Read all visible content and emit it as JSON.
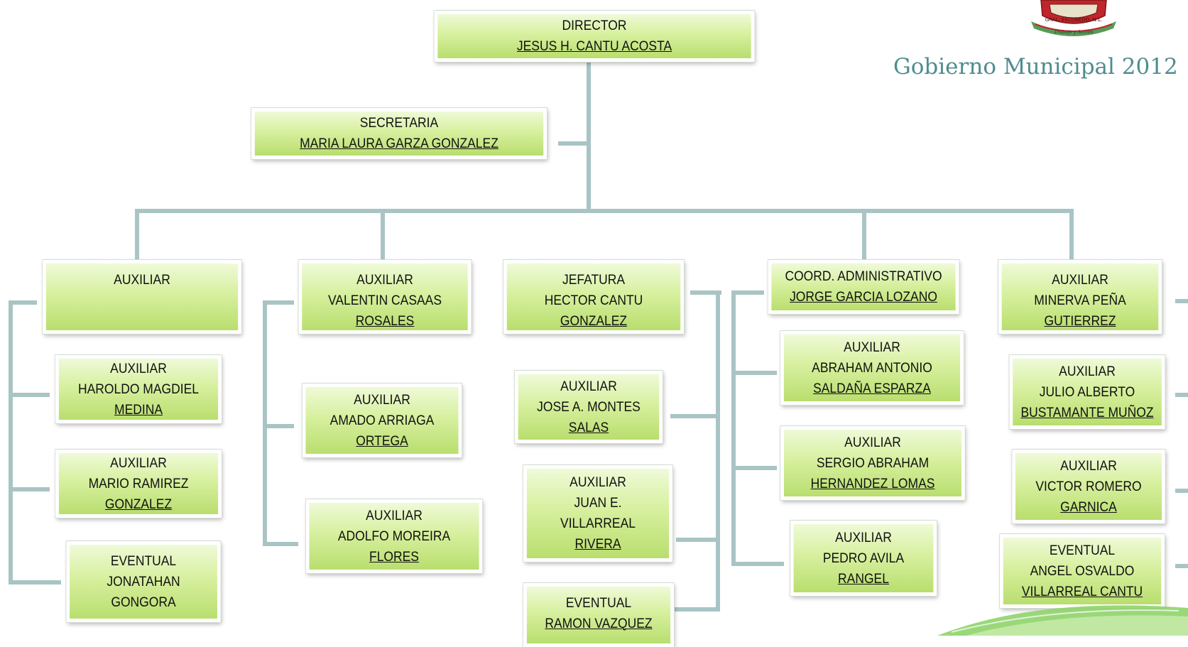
{
  "header": {
    "title": "Gobierno Municipal 2012",
    "seal_text": [
      "GRAL. ESCOBEDO, N.L.",
      "Trabajo y Acción"
    ]
  },
  "colors": {
    "box_top": "#effad8",
    "box_bottom": "#b9de6e",
    "connector": "#a9c4c4",
    "title": "#4f8c8f",
    "seal_red": "#c0262b",
    "seal_green": "#3a8a3a",
    "swoosh_green": "#8fd36a"
  },
  "org_chart": {
    "director": {
      "role": "DIRECTOR",
      "name": "JESUS H. CANTU ACOSTA"
    },
    "secretary": {
      "role": "SECRETARIA",
      "name": "MARIA LAURA GARZA GONZALEZ"
    },
    "columns": [
      {
        "head": {
          "role": "AUXILIAR",
          "name": ""
        },
        "members": [
          {
            "role": "AUXILIAR",
            "name": "HAROLDO MAGDIEL MEDINA"
          },
          {
            "role": "AUXILIAR",
            "name": "MARIO RAMIREZ GONZALEZ"
          },
          {
            "role": "EVENTUAL",
            "name": "JONATAHAN GONGORA"
          }
        ]
      },
      {
        "head": {
          "role": "AUXILIAR",
          "name": "VALENTIN CASAAS ROSALES"
        },
        "members": [
          {
            "role": "AUXILIAR",
            "name": "AMADO ARRIAGA ORTEGA"
          },
          {
            "role": "AUXILIAR",
            "name": "ADOLFO MOREIRA FLORES"
          }
        ]
      },
      {
        "head": {
          "role": "JEFATURA",
          "name": "HECTOR CANTU GONZALEZ"
        },
        "members": [
          {
            "role": "AUXILIAR",
            "name": "JOSE A. MONTES SALAS"
          },
          {
            "role": "AUXILIAR",
            "name": "JUAN E. VILLARREAL RIVERA"
          },
          {
            "role": "EVENTUAL",
            "name": "RAMON VAZQUEZ"
          }
        ]
      },
      {
        "head": {
          "role": "COORD. ADMINISTRATIVO",
          "name": "JORGE GARCIA LOZANO"
        },
        "members": [
          {
            "role": "AUXILIAR",
            "name": "ABRAHAM ANTONIO SALDAÑA ESPARZA"
          },
          {
            "role": "AUXILIAR",
            "name": "SERGIO ABRAHAM HERNANDEZ LOMAS"
          },
          {
            "role": "AUXILIAR",
            "name": "PEDRO AVILA RANGEL"
          }
        ]
      },
      {
        "head": {
          "role": "AUXILIAR",
          "name": "MINERVA PEÑA GUTIERREZ"
        },
        "members": [
          {
            "role": "AUXILIAR",
            "name": "JULIO ALBERTO BUSTAMANTE MUÑOZ"
          },
          {
            "role": "AUXILIAR",
            "name": "VICTOR ROMERO GARNICA"
          },
          {
            "role": "EVENTUAL",
            "name": "ANGEL OSVALDO VILLARREAL CANTU"
          }
        ]
      }
    ]
  }
}
